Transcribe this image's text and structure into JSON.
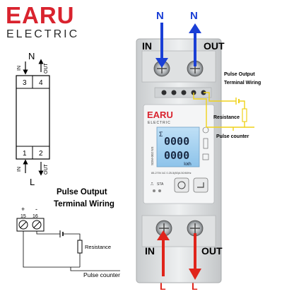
{
  "brand": {
    "name": "EARU",
    "tagline": "ELECTRIC",
    "colors": {
      "red": "#d9232e",
      "blue": "#1a3fd6"
    }
  },
  "left_diagram": {
    "top_label": "N",
    "bottom_label": "L",
    "top_terminals": [
      "3",
      "4"
    ],
    "bottom_terminals": [
      "1",
      "2"
    ],
    "in_label": "IN",
    "out_label": "OUT"
  },
  "pulse_section": {
    "title_line1": "Pulse Output",
    "title_line2": "Terminal Wiring",
    "plus": "+",
    "minus": "-",
    "terminal_a": "15",
    "terminal_b": "16",
    "resistance": "Resistance",
    "counter": "Pulse counter"
  },
  "device": {
    "top_in": "IN",
    "top_out": "OUT",
    "bottom_in": "IN",
    "bottom_out": "OUT",
    "neutral_in": "N",
    "neutral_out": "N",
    "line_in": "L",
    "line_out": "L",
    "panel_brand": "EARU",
    "panel_sub": "ELECTRIC",
    "sigma": "Σ",
    "reading1": "0000",
    "reading2": "0000",
    "unit": "kWh",
    "model": "SDM-002 NS",
    "spec1": "85-270V AC  0.25-5(80)A  50/60Hz",
    "sta_label": "STA",
    "pulse_symbol": "⎍",
    "right_title1": "Pulse Output",
    "right_title2": "Terminal Wiring",
    "right_resistance": "Resistance",
    "right_counter": "Pulse counter"
  }
}
